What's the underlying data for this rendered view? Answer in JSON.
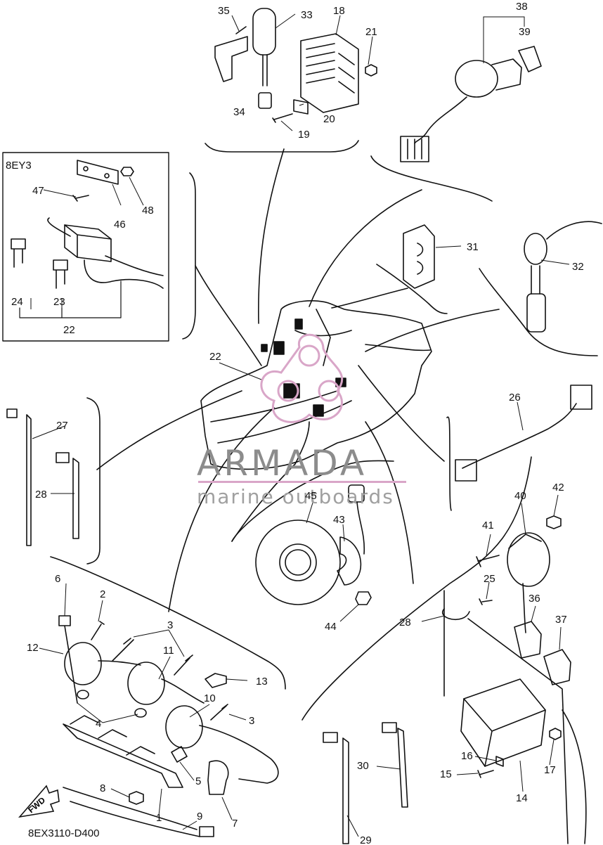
{
  "sheet": {
    "inset_label": "8EY3",
    "drawing_code": "8EX3110-D400",
    "fwd_label": "FWD"
  },
  "watermark": {
    "brand": "ARMADA",
    "subtitle": "marine outboards",
    "accent_color": "#d9a6c8"
  },
  "callouts": {
    "c1": "1",
    "c2": "2",
    "c3a": "3",
    "c3b": "3",
    "c4": "4",
    "c5": "5",
    "c6": "6",
    "c7": "7",
    "c8": "8",
    "c9": "9",
    "c10": "10",
    "c11": "11",
    "c12": "12",
    "c13": "13",
    "c14": "14",
    "c15": "15",
    "c16": "16",
    "c17": "17",
    "c18": "18",
    "c19": "19",
    "c20": "20",
    "c21": "21",
    "c22a": "22",
    "c22b": "22",
    "c23": "23",
    "c24": "24",
    "c25": "25",
    "c26": "26",
    "c27": "27",
    "c28a": "28",
    "c28b": "28",
    "c29": "29",
    "c30": "30",
    "c31": "31",
    "c32": "32",
    "c33": "33",
    "c34": "34",
    "c35": "35",
    "c36": "36",
    "c37": "37",
    "c38": "38",
    "c39": "39",
    "c40": "40",
    "c41": "41",
    "c42": "42",
    "c43": "43",
    "c44": "44",
    "c45": "45",
    "c46": "46",
    "c47": "47",
    "c48": "48"
  }
}
